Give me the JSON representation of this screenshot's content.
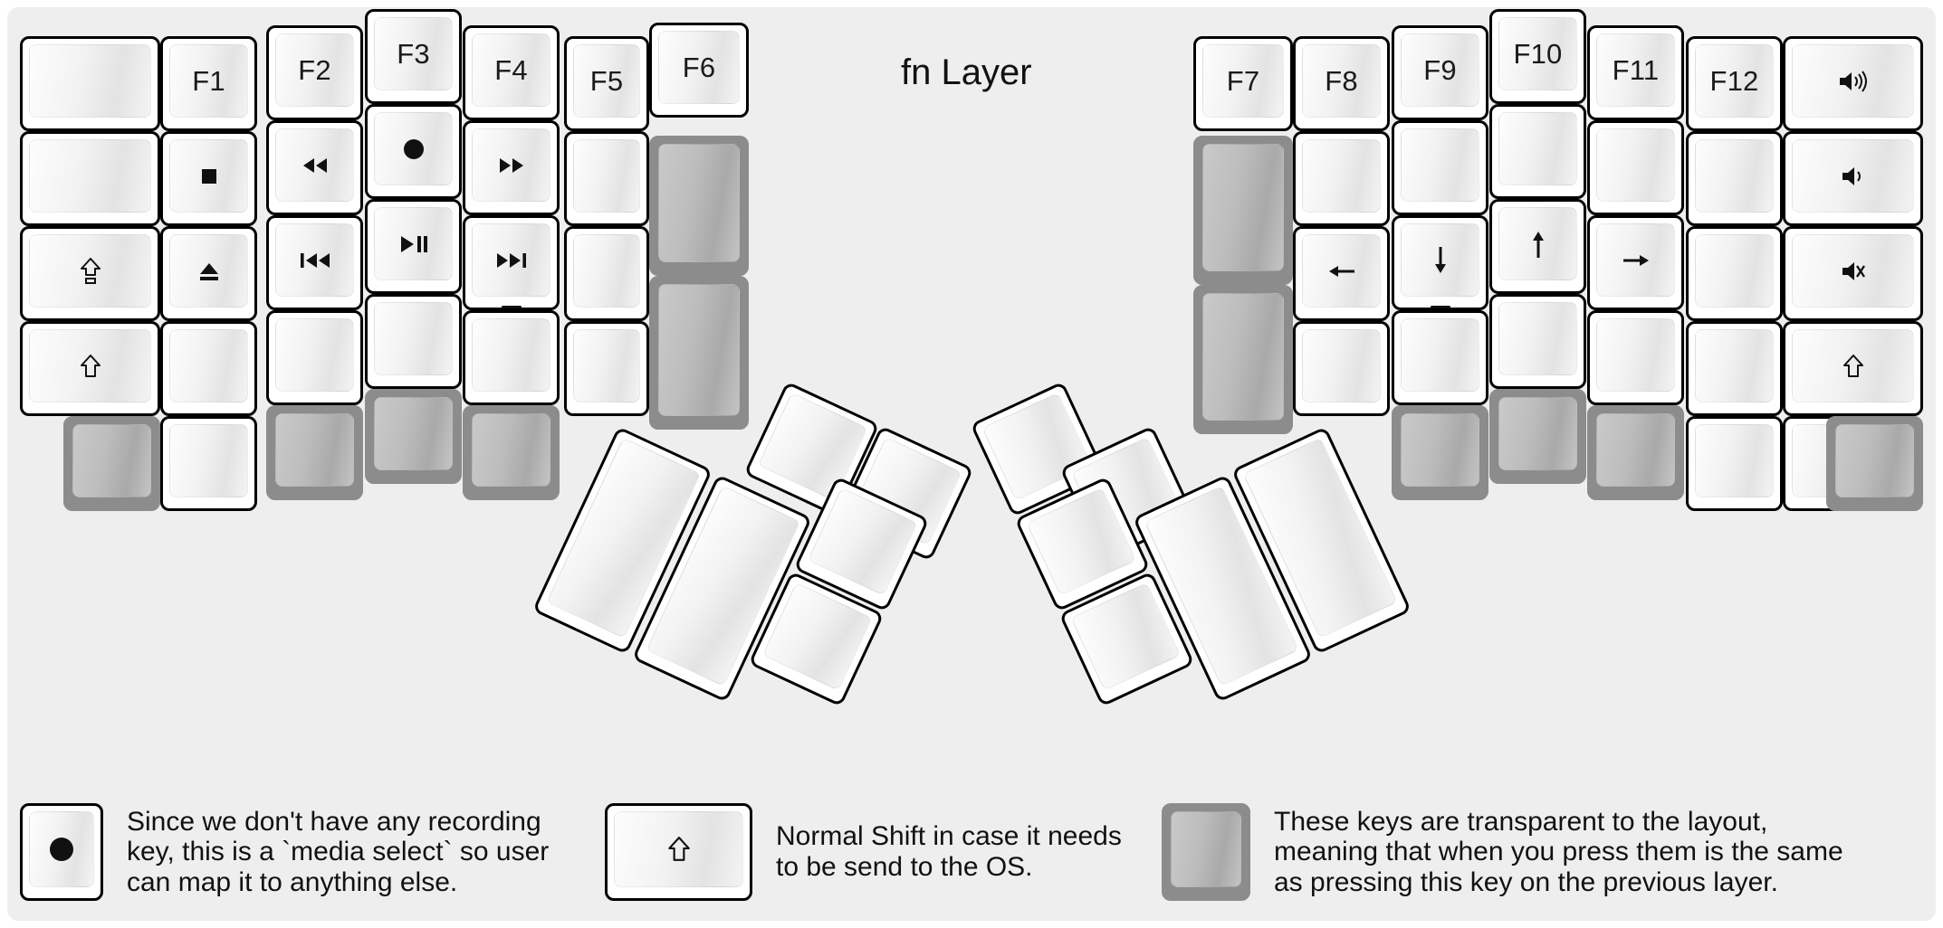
{
  "title": "fn Layer",
  "colors": {
    "background": "#eeeeee",
    "key_border": "#000000",
    "key_face_light": "#fdfdfd",
    "key_face_shade": "#e3e3e3",
    "transparent_key": "#8c8c8c",
    "transparent_key_face": "#bdbdbd",
    "legend_text": "#111111"
  },
  "keyboard": {
    "name": "split-ergonomic-columnar-keyboard",
    "halves": [
      "left",
      "right"
    ],
    "left_matrix": {
      "columns": [
        {
          "name": "col-outer-left",
          "keys": [
            {
              "label": "",
              "icon": "blank",
              "state": "blank"
            },
            {
              "label": "",
              "icon": "blank",
              "state": "blank"
            },
            {
              "label": "",
              "icon": "caps-lock-arrow",
              "state": "glyph"
            },
            {
              "label": "",
              "icon": "shift-arrow",
              "state": "glyph"
            },
            {
              "label": "",
              "icon": "blank",
              "state": "transparent"
            }
          ]
        },
        {
          "name": "col-f1",
          "keys": [
            {
              "label": "F1",
              "icon": "text",
              "state": "text"
            },
            {
              "label": "",
              "icon": "media-stop",
              "state": "glyph"
            },
            {
              "label": "",
              "icon": "media-eject",
              "state": "glyph"
            },
            {
              "label": "",
              "icon": "blank",
              "state": "blank"
            },
            {
              "label": "",
              "icon": "blank",
              "state": "blank"
            }
          ]
        },
        {
          "name": "col-f2",
          "keys": [
            {
              "label": "F2",
              "icon": "text",
              "state": "text"
            },
            {
              "label": "",
              "icon": "media-rewind",
              "state": "glyph"
            },
            {
              "label": "",
              "icon": "media-prev-track",
              "state": "glyph"
            },
            {
              "label": "",
              "icon": "blank",
              "state": "blank"
            },
            {
              "label": "",
              "icon": "blank",
              "state": "transparent"
            }
          ]
        },
        {
          "name": "col-f3",
          "keys": [
            {
              "label": "F3",
              "icon": "text",
              "state": "text"
            },
            {
              "label": "",
              "icon": "media-record",
              "state": "glyph"
            },
            {
              "label": "",
              "icon": "media-play-pause",
              "state": "glyph"
            },
            {
              "label": "",
              "icon": "blank",
              "state": "blank"
            },
            {
              "label": "",
              "icon": "blank",
              "state": "transparent"
            }
          ]
        },
        {
          "name": "col-f4",
          "keys": [
            {
              "label": "F4",
              "icon": "text",
              "state": "text"
            },
            {
              "label": "",
              "icon": "media-fast-forward",
              "state": "glyph"
            },
            {
              "label": "",
              "icon": "media-next-track",
              "state": "glyph",
              "homing": true
            },
            {
              "label": "",
              "icon": "blank",
              "state": "blank"
            },
            {
              "label": "",
              "icon": "blank",
              "state": "transparent"
            }
          ]
        },
        {
          "name": "col-f5",
          "keys": [
            {
              "label": "F5",
              "icon": "text",
              "state": "text"
            },
            {
              "label": "",
              "icon": "blank",
              "state": "blank"
            },
            {
              "label": "",
              "icon": "blank",
              "state": "blank"
            },
            {
              "label": "",
              "icon": "blank",
              "state": "blank"
            }
          ]
        },
        {
          "name": "col-f6",
          "keys": [
            {
              "label": "F6",
              "icon": "text",
              "state": "text"
            },
            {
              "label": "",
              "icon": "blank",
              "state": "transparent",
              "tall": true
            },
            {
              "label": "",
              "icon": "blank",
              "state": "transparent",
              "tall": true
            }
          ]
        }
      ]
    },
    "right_matrix": {
      "columns": [
        {
          "name": "col-f7",
          "keys": [
            {
              "label": "F7",
              "icon": "text",
              "state": "text"
            },
            {
              "label": "",
              "icon": "blank",
              "state": "transparent",
              "tall": true
            },
            {
              "label": "",
              "icon": "blank",
              "state": "transparent",
              "tall": true
            }
          ]
        },
        {
          "name": "col-f8",
          "keys": [
            {
              "label": "F8",
              "icon": "text",
              "state": "text"
            },
            {
              "label": "",
              "icon": "blank",
              "state": "blank"
            },
            {
              "label": "",
              "icon": "arrow-left",
              "state": "glyph"
            },
            {
              "label": "",
              "icon": "blank",
              "state": "blank"
            }
          ]
        },
        {
          "name": "col-f9",
          "keys": [
            {
              "label": "F9",
              "icon": "text",
              "state": "text"
            },
            {
              "label": "",
              "icon": "blank",
              "state": "blank"
            },
            {
              "label": "",
              "icon": "arrow-down",
              "state": "glyph",
              "homing": true
            },
            {
              "label": "",
              "icon": "blank",
              "state": "blank"
            },
            {
              "label": "",
              "icon": "blank",
              "state": "transparent"
            }
          ]
        },
        {
          "name": "col-f10",
          "keys": [
            {
              "label": "F10",
              "icon": "text",
              "state": "text"
            },
            {
              "label": "",
              "icon": "blank",
              "state": "blank"
            },
            {
              "label": "",
              "icon": "arrow-up",
              "state": "glyph"
            },
            {
              "label": "",
              "icon": "blank",
              "state": "blank"
            },
            {
              "label": "",
              "icon": "blank",
              "state": "transparent"
            }
          ]
        },
        {
          "name": "col-f11",
          "keys": [
            {
              "label": "F11",
              "icon": "text",
              "state": "text"
            },
            {
              "label": "",
              "icon": "blank",
              "state": "blank"
            },
            {
              "label": "",
              "icon": "arrow-right",
              "state": "glyph"
            },
            {
              "label": "",
              "icon": "blank",
              "state": "blank"
            },
            {
              "label": "",
              "icon": "blank",
              "state": "transparent"
            }
          ]
        },
        {
          "name": "col-f12",
          "keys": [
            {
              "label": "F12",
              "icon": "text",
              "state": "text"
            },
            {
              "label": "",
              "icon": "blank",
              "state": "blank"
            },
            {
              "label": "",
              "icon": "blank",
              "state": "blank"
            },
            {
              "label": "",
              "icon": "blank",
              "state": "blank"
            },
            {
              "label": "",
              "icon": "blank",
              "state": "blank"
            }
          ]
        },
        {
          "name": "col-outer-right",
          "keys": [
            {
              "label": "",
              "icon": "volume-up",
              "state": "glyph"
            },
            {
              "label": "",
              "icon": "volume-down",
              "state": "glyph"
            },
            {
              "label": "",
              "icon": "volume-mute",
              "state": "glyph"
            },
            {
              "label": "",
              "icon": "shift-arrow",
              "state": "glyph"
            },
            {
              "label": "",
              "icon": "blank",
              "state": "blank"
            },
            {
              "label": "",
              "icon": "blank",
              "state": "transparent"
            }
          ]
        }
      ]
    },
    "left_thumb_cluster": {
      "name": "left-thumb-cluster",
      "key_count": 6,
      "keys": [
        {
          "icon": "blank",
          "state": "blank",
          "size": "2u"
        },
        {
          "icon": "blank",
          "state": "blank",
          "size": "2u"
        },
        {
          "icon": "blank",
          "state": "blank",
          "size": "1u"
        },
        {
          "icon": "blank",
          "state": "blank",
          "size": "1u"
        },
        {
          "icon": "blank",
          "state": "blank",
          "size": "1u"
        },
        {
          "icon": "blank",
          "state": "blank",
          "size": "1u"
        }
      ]
    },
    "right_thumb_cluster": {
      "name": "right-thumb-cluster",
      "key_count": 6,
      "keys": [
        {
          "icon": "blank",
          "state": "blank",
          "size": "1u"
        },
        {
          "icon": "blank",
          "state": "blank",
          "size": "1u"
        },
        {
          "icon": "blank",
          "state": "blank",
          "size": "1u"
        },
        {
          "icon": "blank",
          "state": "blank",
          "size": "1u"
        },
        {
          "icon": "blank",
          "state": "blank",
          "size": "2u"
        },
        {
          "icon": "blank",
          "state": "blank",
          "size": "2u"
        }
      ]
    }
  },
  "footer_legend": [
    {
      "key_icon": "media-record",
      "key_state": "blank",
      "text": "Since we don't have any recording\nkey, this is a `media select` so user\ncan map it to anything else."
    },
    {
      "key_icon": "shift-arrow",
      "key_state": "blank",
      "text": "Normal Shift in case it needs\nto be send to the OS."
    },
    {
      "key_icon": "blank",
      "key_state": "transparent",
      "text": "These keys are transparent to the layout,\nmeaning that when you press them is the same\nas pressing this key on the previous layer."
    }
  ]
}
